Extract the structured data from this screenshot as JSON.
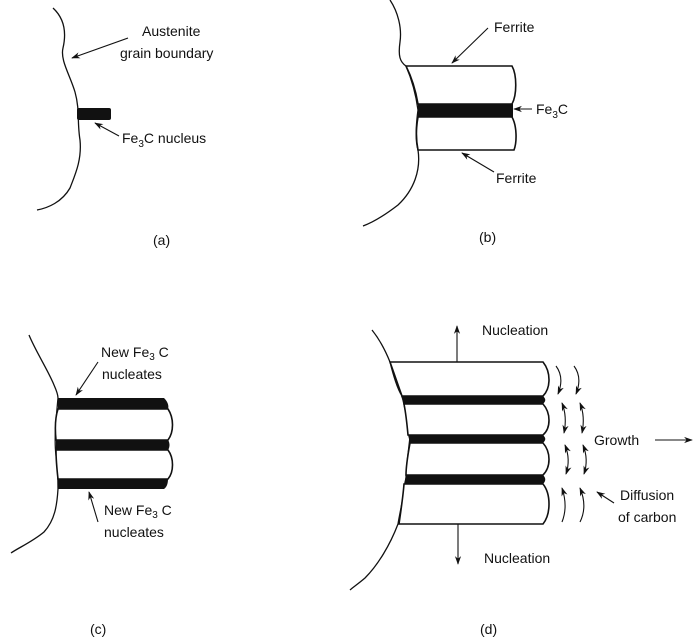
{
  "figure": {
    "panels": [
      {
        "id": "a",
        "caption": "(a)",
        "labels": {
          "boundary_line1": "Austenite",
          "boundary_line2": "grain boundary",
          "nucleus": "Fe",
          "nucleus_sub": "3",
          "nucleus_rest": "C nucleus"
        }
      },
      {
        "id": "b",
        "caption": "(b)",
        "labels": {
          "ferrite_top": "Ferrite",
          "cementite": "Fe",
          "cementite_sub": "3",
          "cementite_rest": "C",
          "ferrite_bottom": "Ferrite"
        }
      },
      {
        "id": "c",
        "caption": "(c)",
        "labels": {
          "top_line1": "New Fe",
          "top_sub": "3",
          "top_rest": " C",
          "top_line2": "nucleates",
          "bottom_line1": "New Fe",
          "bottom_sub": "3",
          "bottom_rest": " C",
          "bottom_line2": "nucleates"
        }
      },
      {
        "id": "d",
        "caption": "(d)",
        "labels": {
          "nucleation_top": "Nucleation",
          "growth": "Growth",
          "diffusion_line1": "Diffusion",
          "diffusion_line2": "of carbon",
          "nucleation_bottom": "Nucleation"
        }
      }
    ],
    "colors": {
      "ink": "#111111",
      "background": "#ffffff"
    }
  }
}
